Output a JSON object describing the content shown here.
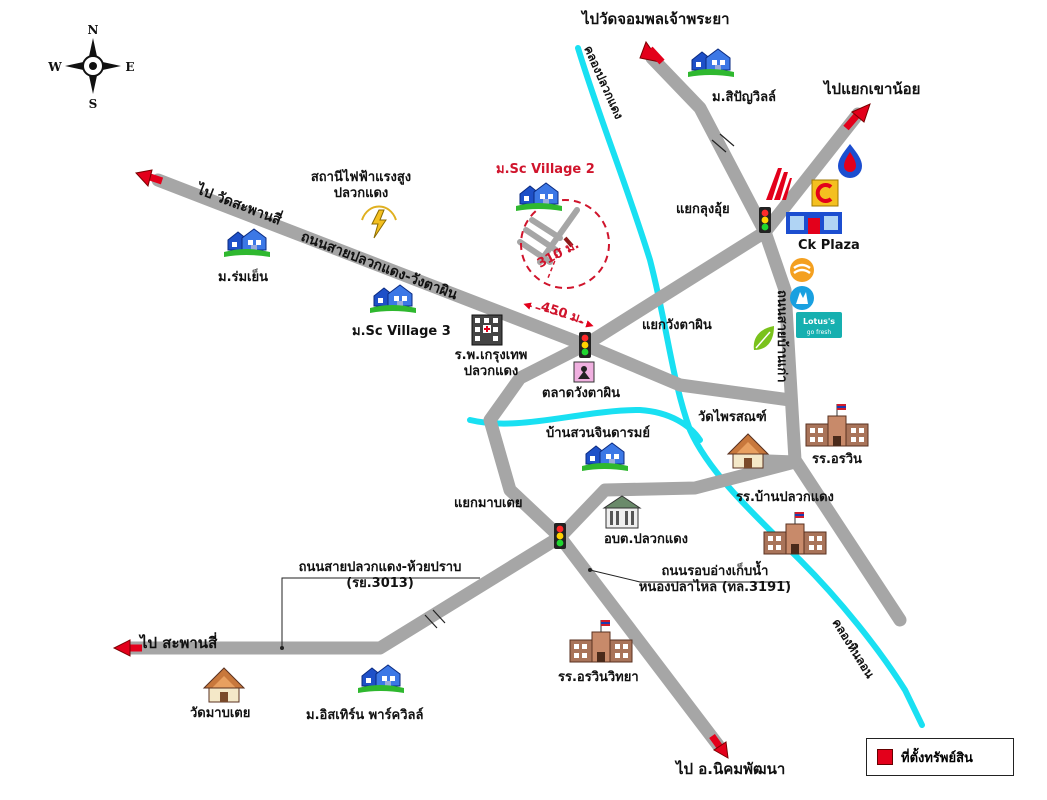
{
  "compass": {
    "n": "N",
    "s": "S",
    "e": "E",
    "w": "W"
  },
  "colors": {
    "road": "#a6a6a6",
    "canal": "#19e0f2",
    "arrow": "#e3001b",
    "text": "#111111",
    "accent": "#d0142c"
  },
  "destinations": {
    "north": "ไปวัดจอมพลเจ้าพระยา",
    "northeast": "ไปแยกเขาน้อย",
    "west_top": "ไป วัดสะพานสี่",
    "west_bottom": "ไป สะพานสี่",
    "south": "ไป อ.นิคมพัฒนา"
  },
  "roads": {
    "wang_ta_phin": "ถนนสายปลวกแดง-วังตาผิน",
    "huai_prab": "ถนนสายปลวกแดง-ห้วยปราบ",
    "huai_prab_code": "(รย.3013)",
    "reservoir_road_1": "ถนนรอบอ่างเก็บน้ำ",
    "reservoir_road_2": "หนองปลาไหล (ทล.3191)",
    "right_vertical": "ถนนสายบ้านเก่า"
  },
  "canals": {
    "pluak_daeng": "คลองปลวกแดง",
    "hin_lon": "คลองหินลอน"
  },
  "junctions": {
    "lung_u": "แยกลุงอุ้ย",
    "wang_ta_phin": "แยกวังตาผิน",
    "map_toei": "แยกมาบเตย"
  },
  "distances": {
    "d310": "310 ม.",
    "d450": "450 ม."
  },
  "places": {
    "sitthiyawin": "ม.สิปัญวิลล์",
    "rom_yen": "ม.ร่มเย็น",
    "power_station_1": "สถานีไฟฟ้าแรงสูง",
    "power_station_2": "ปลวกแดง",
    "sc_village_2": "ม.Sc Village 2",
    "sc_village_3": "ม.Sc Village 3",
    "hospital_1": "ร.พ.เกรุงเทพ",
    "hospital_2": "ปลวกแดง",
    "market": "ตลาดวังตาผิน",
    "ck_plaza": "Ck Plaza",
    "wat_phrai": "วัดไพรสณฑ์",
    "baan_suan": "บ้านสวนจินดารมย์",
    "school_orawin": "รร.อรวิน",
    "school_baan": "รร.บ้านปลวกแดง",
    "obt": "อบต.ปลวกแดง",
    "school_orawin_witthaya": "รร.อรวินวิทยา",
    "wat_map_toei": "วัดมาบเตย",
    "isetthiron": "ม.อิสเทิร์น พาร์ควิลล์",
    "lotus_1": "Lotus's",
    "lotus_2": "go fresh"
  },
  "legend": {
    "label": "ที่ตั้งทรัพย์สิน"
  }
}
